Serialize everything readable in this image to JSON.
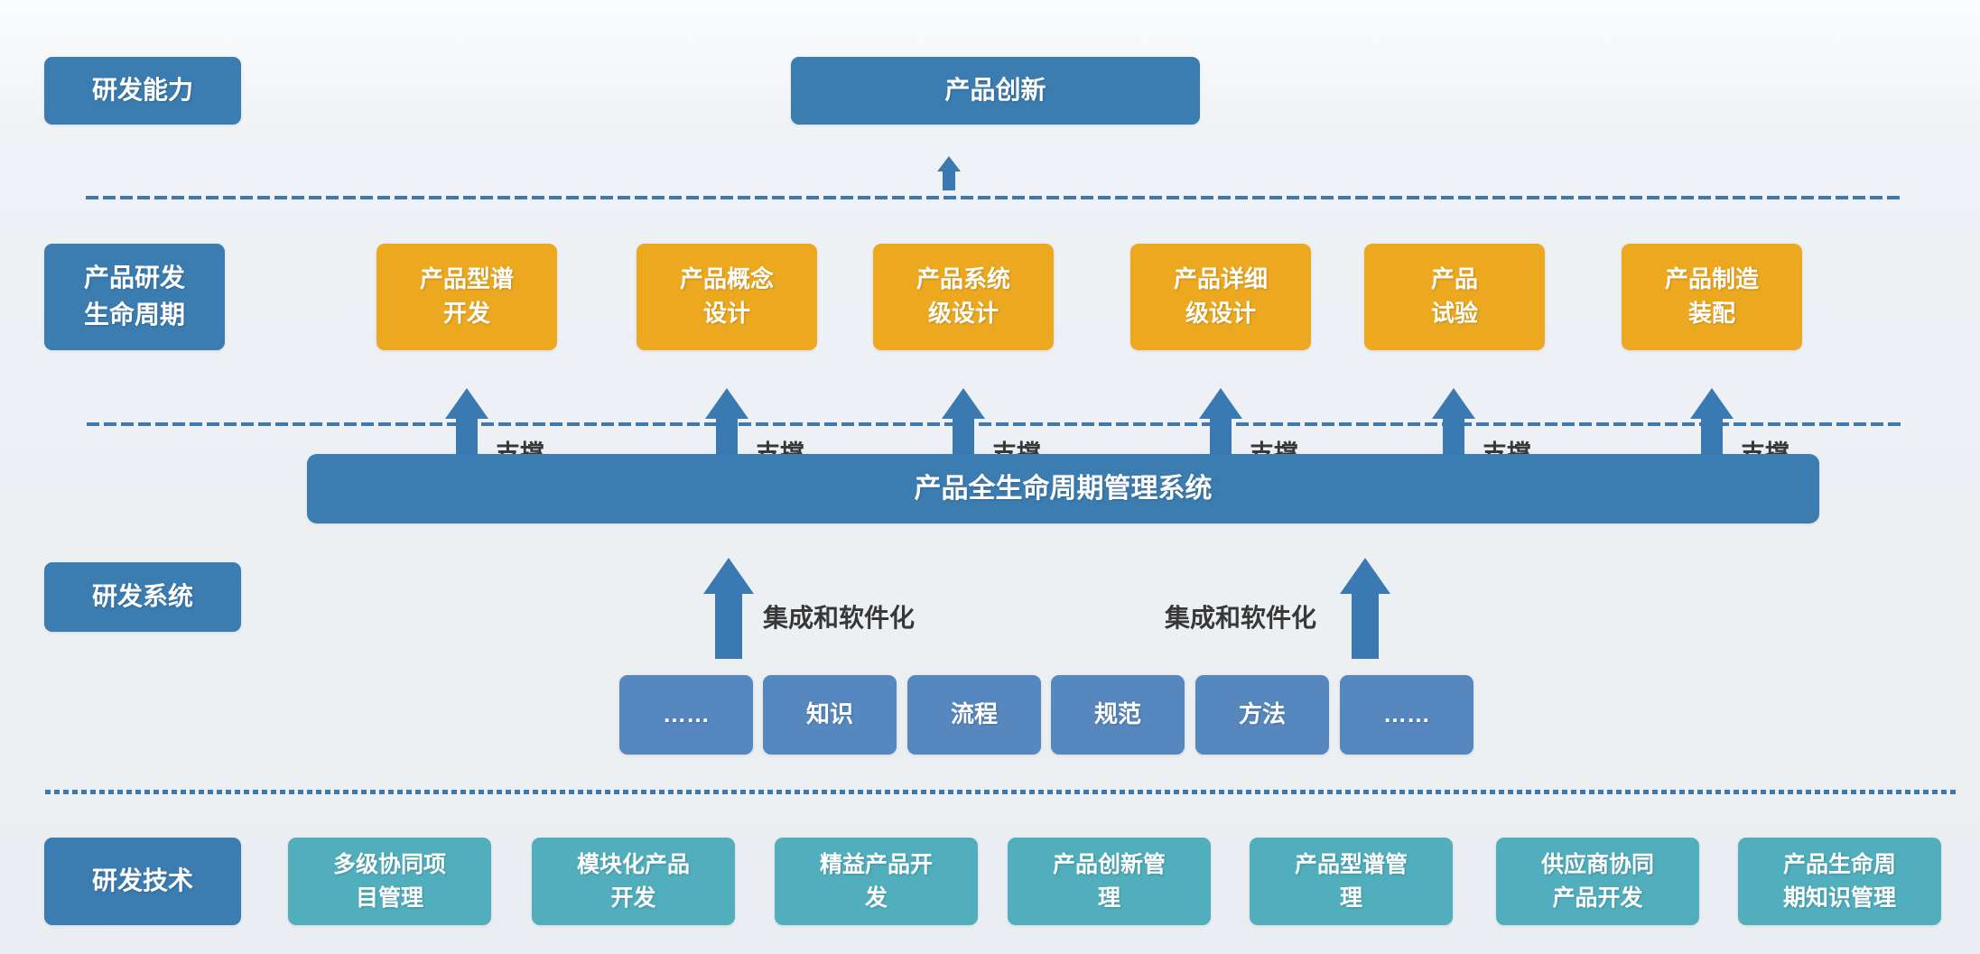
{
  "palette": {
    "dark_blue": "#3b7cb1",
    "orange": "#ECA81E",
    "mid_blue": "#5787BF",
    "teal": "#50AEBD",
    "line_blue": "#3e78ad",
    "arrow_blue": "#3a79b1",
    "annotation_text": "#383838"
  },
  "labels": {
    "capability": "研发能力",
    "innovation": "产品创新",
    "lifecycle_row": "产品研发\n生命周期",
    "system_row": "研发系统",
    "technology_row": "研发技术",
    "support": "支撑",
    "integration": "集成和软件化",
    "plm_bar": "产品全生命周期管理系统"
  },
  "lifecycle_stages": [
    {
      "label": "产品型谱\n开发"
    },
    {
      "label": "产品概念\n设计"
    },
    {
      "label": "产品系统\n级设计"
    },
    {
      "label": "产品详细\n级设计"
    },
    {
      "label": "产品\n试验"
    },
    {
      "label": "产品制造\n装配"
    }
  ],
  "system_elements": [
    {
      "label": "……"
    },
    {
      "label": "知识"
    },
    {
      "label": "流程"
    },
    {
      "label": "规范"
    },
    {
      "label": "方法"
    },
    {
      "label": "……"
    }
  ],
  "technologies": [
    {
      "label": "多级协同项\n目管理"
    },
    {
      "label": "模块化产品\n开发"
    },
    {
      "label": "精益产品开\n发"
    },
    {
      "label": "产品创新管\n理"
    },
    {
      "label": "产品型谱管\n理"
    },
    {
      "label": "供应商协同\n产品开发"
    },
    {
      "label": "产品生命周\n期知识管理"
    }
  ]
}
